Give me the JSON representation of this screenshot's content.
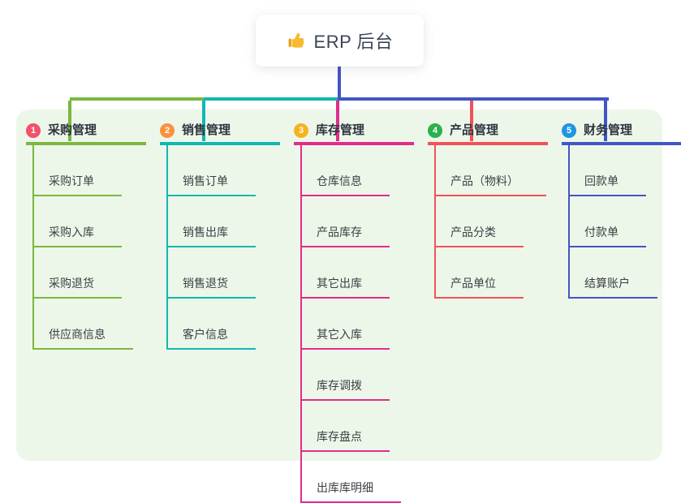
{
  "root": {
    "label": "ERP 后台",
    "icon": "thumbs-up-icon",
    "stem_color": "#4355c4"
  },
  "panel_color": "#edf7e9",
  "branches": [
    {
      "index": "1",
      "label": "采购管理",
      "badge_color": "#f1516b",
      "line_color": "#7ab83e",
      "children": [
        "采购订单",
        "采购入库",
        "采购退货",
        "供应商信息"
      ]
    },
    {
      "index": "2",
      "label": "销售管理",
      "badge_color": "#f9923f",
      "line_color": "#12b7b1",
      "children": [
        "销售订单",
        "销售出库",
        "销售退货",
        "客户信息"
      ]
    },
    {
      "index": "3",
      "label": "库存管理",
      "badge_color": "#f6b21f",
      "line_color": "#e22c8c",
      "children": [
        "仓库信息",
        "产品库存",
        "其它出库",
        "其它入库",
        "库存调拨",
        "库存盘点",
        "出库库明细"
      ]
    },
    {
      "index": "4",
      "label": "产品管理",
      "badge_color": "#2cb14b",
      "line_color": "#f15258",
      "children": [
        "产品（物料）",
        "产品分类",
        "产品单位"
      ]
    },
    {
      "index": "5",
      "label": "财务管理",
      "badge_color": "#2095e0",
      "line_color": "#4156c4",
      "children": [
        "回款单",
        "付款单",
        "结算账户"
      ]
    }
  ]
}
